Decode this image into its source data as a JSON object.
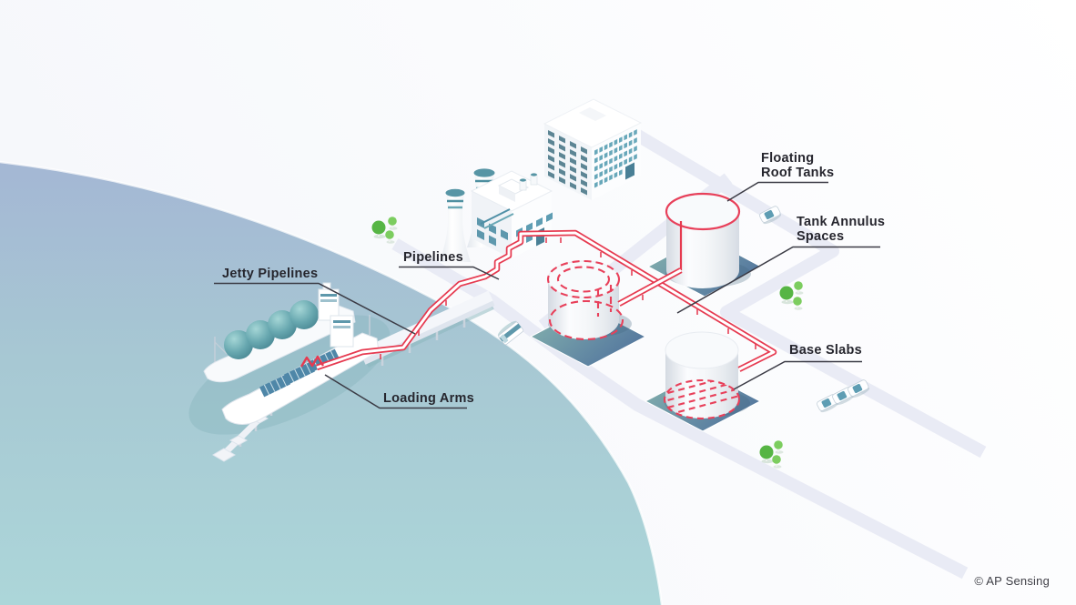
{
  "labels": {
    "floating_roof_tanks": {
      "lines": [
        "Floating",
        "Roof Tanks"
      ]
    },
    "tank_annulus_spaces": {
      "lines": [
        "Tank Annulus",
        "Spaces"
      ]
    },
    "pipelines": {
      "lines": [
        "Pipelines"
      ]
    },
    "jetty_pipelines": {
      "lines": [
        "Jetty Pipelines"
      ]
    },
    "loading_arms": {
      "lines": [
        "Loading Arms"
      ]
    },
    "base_slabs": {
      "lines": [
        "Base Slabs"
      ]
    }
  },
  "attribution": "© AP Sensing",
  "colors": {
    "pipeline_red": "#e63a50",
    "water_top": "#a4b7d4",
    "water_bottom": "#acd6d9",
    "pad_teal": "#87b5af",
    "pad_blue": "#54779e",
    "tree_green": "#56b544",
    "building_teal": "#5e98ab",
    "road": "#e9ebf5",
    "label_text": "#26262e"
  },
  "scene": {
    "objects": [
      "lng-carrier-ship",
      "tanker-ship",
      "jetty-pier",
      "loading-arms",
      "jetty-pipeline",
      "terminal-pipelines",
      "floating-roof-tank",
      "annulus-tank",
      "base-slab-tank",
      "processing-plant",
      "cooling-towers",
      "office-building",
      "trees",
      "cars",
      "van"
    ]
  }
}
